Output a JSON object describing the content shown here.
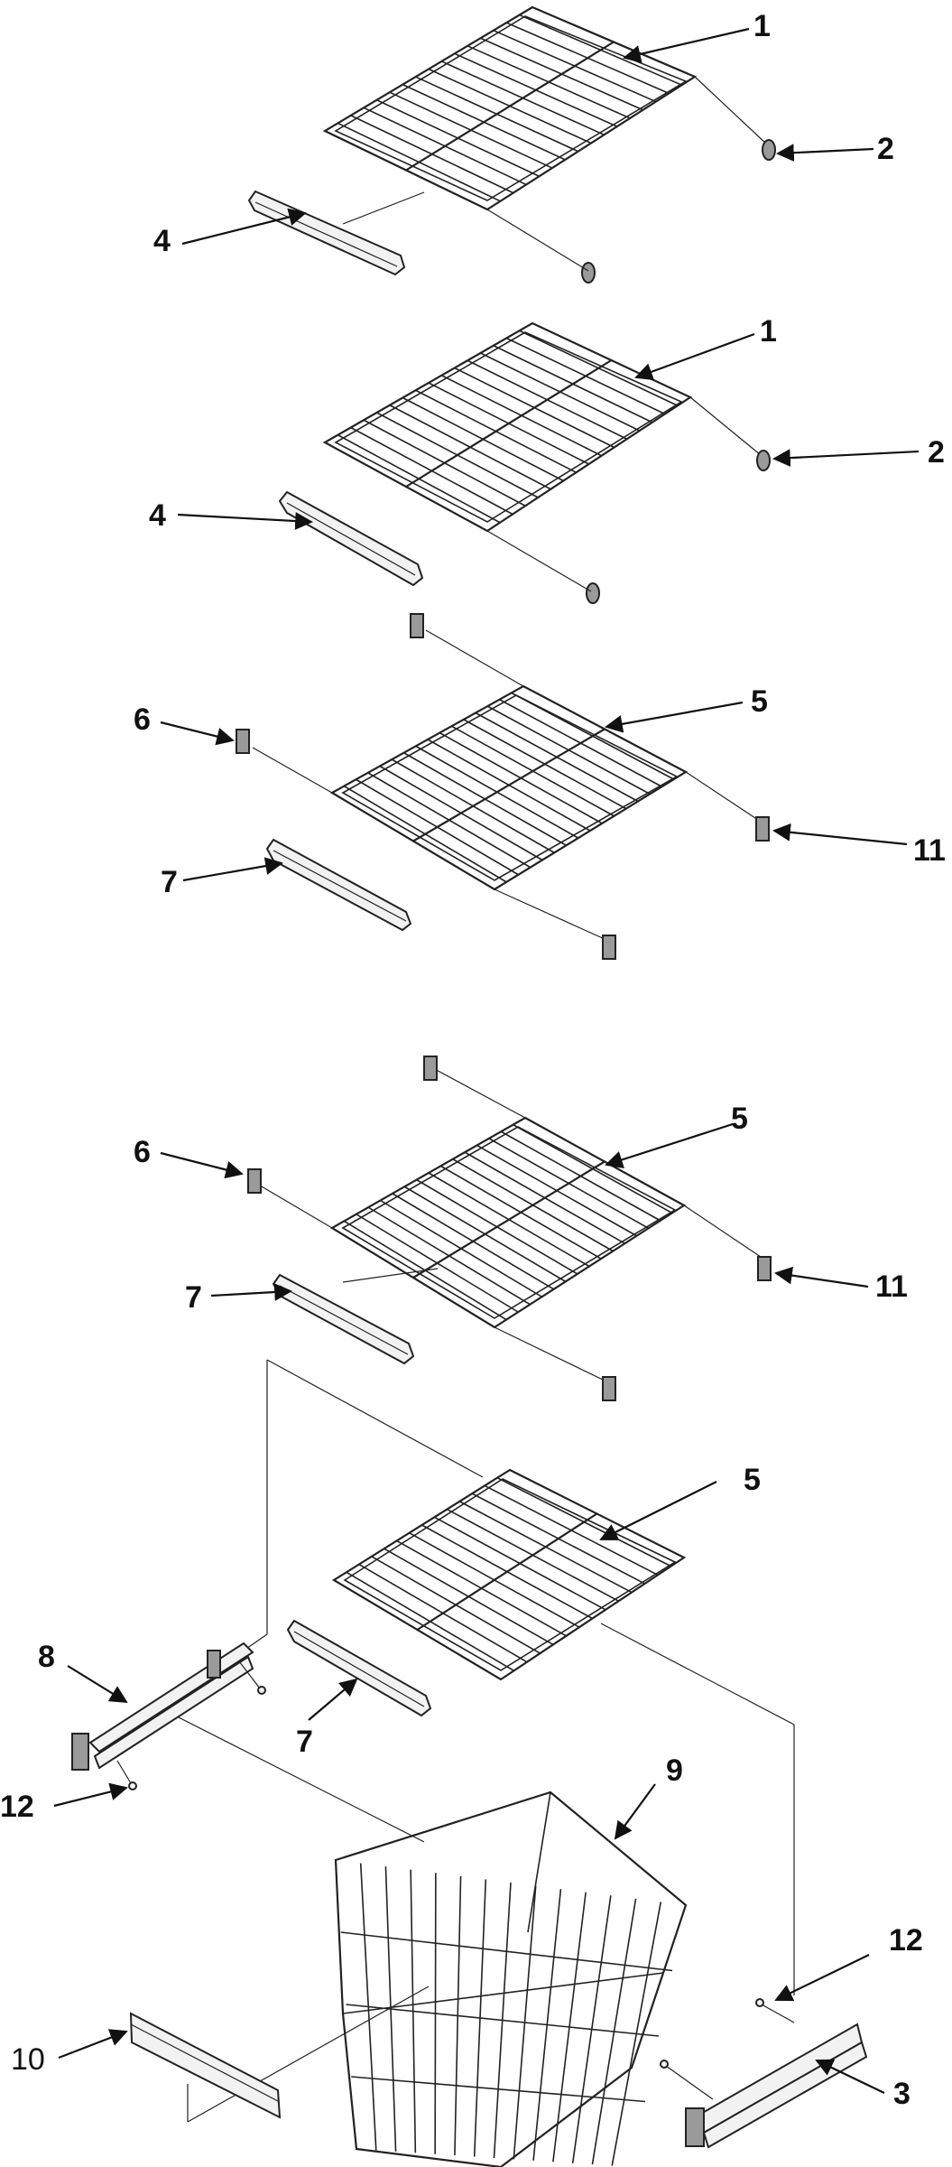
{
  "diagram": {
    "callouts": [
      {
        "id": "c1a",
        "label": "1"
      },
      {
        "id": "c2a",
        "label": "2"
      },
      {
        "id": "c4a",
        "label": "4"
      },
      {
        "id": "c1b",
        "label": "1"
      },
      {
        "id": "c2b",
        "label": "2"
      },
      {
        "id": "c4b",
        "label": "4"
      },
      {
        "id": "c6a",
        "label": "6"
      },
      {
        "id": "c5a",
        "label": "5"
      },
      {
        "id": "c11a",
        "label": "11"
      },
      {
        "id": "c7a",
        "label": "7"
      },
      {
        "id": "c6b",
        "label": "6"
      },
      {
        "id": "c5b",
        "label": "5"
      },
      {
        "id": "c7b",
        "label": "7"
      },
      {
        "id": "c11b",
        "label": "11"
      },
      {
        "id": "c5c",
        "label": "5"
      },
      {
        "id": "c8",
        "label": "8"
      },
      {
        "id": "c7c",
        "label": "7"
      },
      {
        "id": "c12a",
        "label": "12"
      },
      {
        "id": "c9",
        "label": "9"
      },
      {
        "id": "c12b",
        "label": "12"
      },
      {
        "id": "c10",
        "label": "10"
      },
      {
        "id": "c3",
        "label": "3"
      }
    ]
  }
}
